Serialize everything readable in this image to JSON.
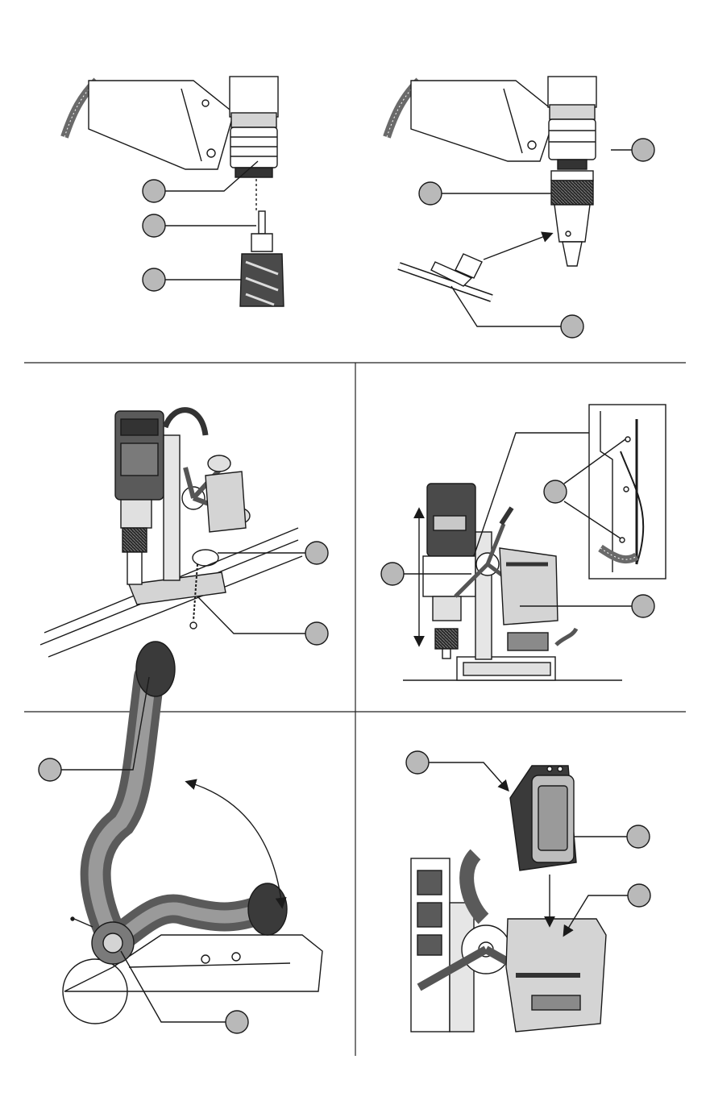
{
  "colors": {
    "line": "#1a1a1a",
    "callout_fill": "#b9b9b9",
    "tool_fill": "#d4d4d4",
    "tool_dark": "#4a4a4a",
    "divider": "#222222"
  },
  "icons": {
    "callout": "gray-circle-callout",
    "arrow": "pointer-arrow",
    "rotation": "double-headed-arc-arrow"
  },
  "panels": [
    {
      "id": "cutter-installation",
      "callouts": 3
    },
    {
      "id": "chuck-and-key",
      "callouts": 3
    },
    {
      "id": "safety-chain",
      "callouts": 2
    },
    {
      "id": "motor-slide-assembly",
      "callouts": 3
    },
    {
      "id": "feed-handle-rotation",
      "callouts": 2
    },
    {
      "id": "battery-installation",
      "callouts": 3
    }
  ]
}
